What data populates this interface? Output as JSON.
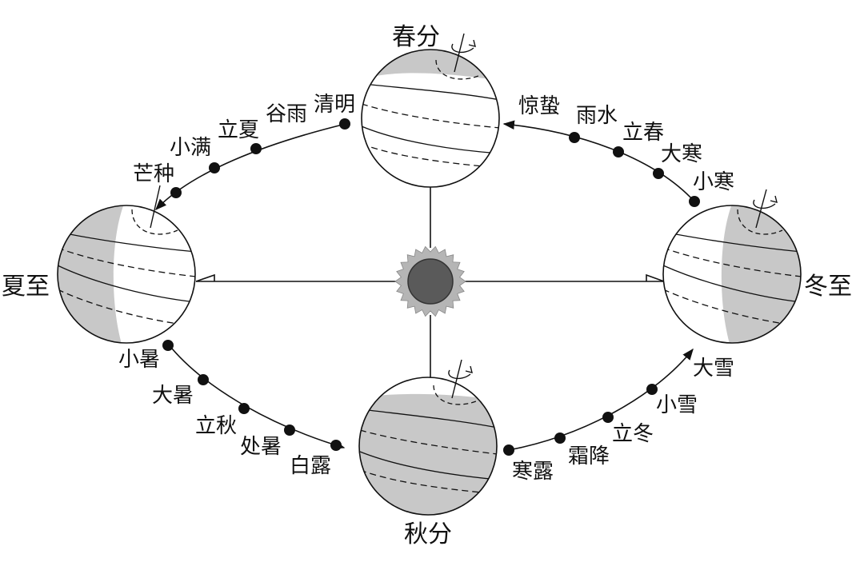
{
  "colors": {
    "line": "#111111",
    "shade": "#c8c8c8",
    "sun_core": "#5a5a5a",
    "sun_rays": "#b5b5b5"
  },
  "equinox_solstice": {
    "spring": "春分",
    "summer": "夏至",
    "autumn": "秋分",
    "winter": "冬至"
  },
  "solar_terms": {
    "qingming": "清明",
    "guyu": "谷雨",
    "lixia": "立夏",
    "xiaoman": "小满",
    "mangzhong": "芒种",
    "xiaoshu": "小暑",
    "dashu": "大暑",
    "liqiu": "立秋",
    "chushu": "处暑",
    "bailu": "白露",
    "hanlu": "寒露",
    "shuangjiang": "霜降",
    "lidong": "立冬",
    "xiaoxue": "小雪",
    "daxue": "大雪",
    "xiaohan": "小寒",
    "dahan": "大寒",
    "lichun": "立春",
    "yushui": "雨水",
    "jingzhe": "惊蛰"
  }
}
